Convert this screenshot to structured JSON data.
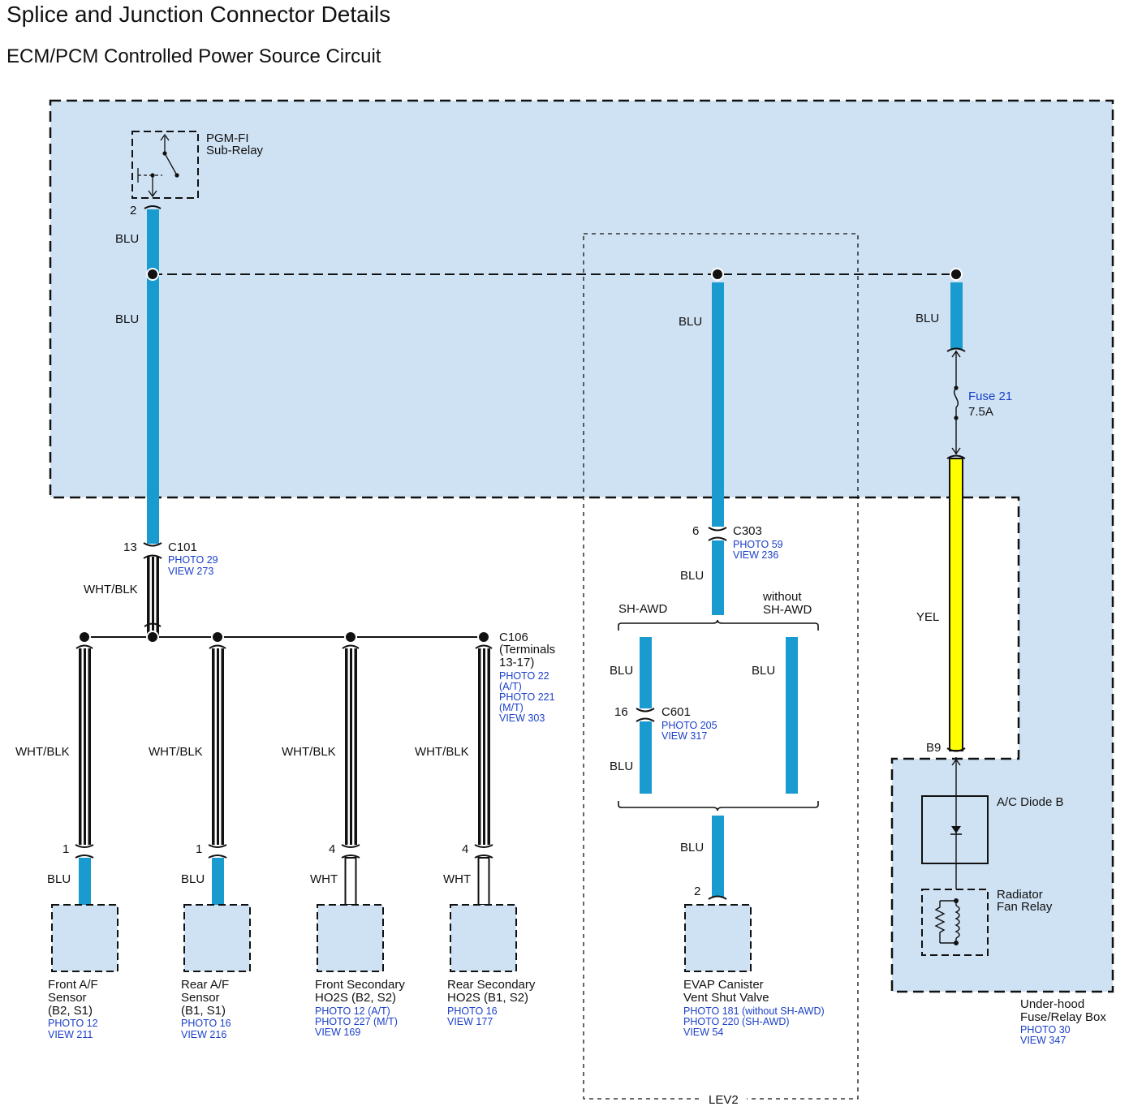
{
  "header": {
    "title": "Splice and Junction Connector Details",
    "subtitle": "ECM/PCM Controlled Power Source Circuit"
  },
  "colors": {
    "panel_fill": "#cfe2f4",
    "blu_wire": "#1a9bd0",
    "yel_wire": "#ffff00",
    "wht_wire": "#ffffff",
    "dark_line": "#111111",
    "ref_text": "#1a3fc9"
  },
  "relay": {
    "name_line1": "PGM-FI",
    "name_line2": "Sub-Relay",
    "pin": "2",
    "wire_above_splice": "BLU",
    "wire_below_splice": "BLU"
  },
  "c101": {
    "pin": "13",
    "name": "C101",
    "photo": "PHOTO 29",
    "view": "VIEW 273",
    "wire_below": "WHT/BLK"
  },
  "c106": {
    "line1": "C106",
    "line2": "(Terminals",
    "line3": "13-17)",
    "refs": [
      "PHOTO 22",
      "(A/T)",
      "PHOTO 221",
      "(M/T)",
      "VIEW 303"
    ]
  },
  "sensors": [
    {
      "wire_top": "WHT/BLK",
      "pin": "1",
      "wire_bottom": "BLU",
      "name": [
        "Front A/F",
        "Sensor",
        "(B2, S1)"
      ],
      "refs": [
        "PHOTO 12",
        "VIEW 211"
      ]
    },
    {
      "wire_top": "WHT/BLK",
      "pin": "1",
      "wire_bottom": "BLU",
      "name": [
        "Rear A/F",
        "Sensor",
        "(B1, S1)"
      ],
      "refs": [
        "PHOTO 16",
        "VIEW 216"
      ]
    },
    {
      "wire_top": "WHT/BLK",
      "pin": "4",
      "wire_bottom": "WHT",
      "name": [
        "Front Secondary",
        "HO2S (B2, S2)"
      ],
      "refs": [
        "PHOTO 12 (A/T)",
        "PHOTO 227 (M/T)",
        "VIEW 169"
      ]
    },
    {
      "wire_top": "WHT/BLK",
      "pin": "4",
      "wire_bottom": "WHT",
      "name": [
        "Rear Secondary",
        "HO2S (B1, S2)"
      ],
      "refs": [
        "PHOTO 16",
        "VIEW 177"
      ]
    }
  ],
  "evap": {
    "wire_top": "BLU",
    "c303": {
      "pin": "6",
      "name": "C303",
      "photo": "PHOTO 59",
      "view": "VIEW 236"
    },
    "wire_after_c303": "BLU",
    "sh_awd": "SH-AWD",
    "without_line1": "without",
    "without_line2": "SH-AWD",
    "c601": {
      "pin": "16",
      "name": "C601",
      "photo": "PHOTO 205",
      "view": "VIEW 317"
    },
    "sh_wire_top": "BLU",
    "sh_wire_bottom": "BLU",
    "without_wire": "BLU",
    "wire_bottom": "BLU",
    "pin_bottom": "2",
    "name": [
      "EVAP Canister",
      "Vent Shut Valve"
    ],
    "refs": [
      "PHOTO 181 (without SH-AWD)",
      "PHOTO 220 (SH-AWD)",
      "VIEW 54"
    ],
    "option_label": "LEV2"
  },
  "fusebox": {
    "wire_top": "BLU",
    "fuse_name": "Fuse 21",
    "fuse_rating": "7.5A",
    "wire_yel": "YEL",
    "pin": "B9",
    "diode": "A/C Diode B",
    "relay_line1": "Radiator",
    "relay_line2": "Fan Relay",
    "box_line1": "Under-hood",
    "box_line2": "Fuse/Relay Box",
    "photo": "PHOTO 30",
    "view": "VIEW 347"
  }
}
